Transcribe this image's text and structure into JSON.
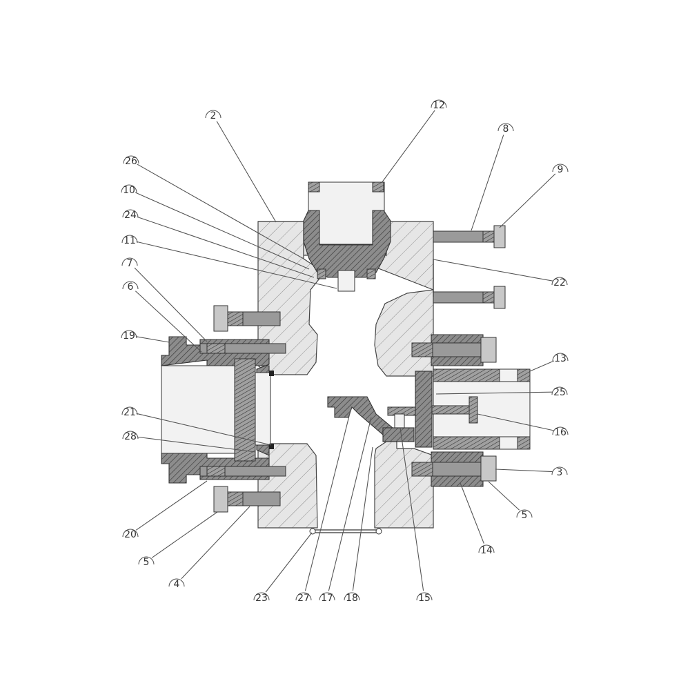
{
  "labels": [
    {
      "id": "2",
      "text": "2"
    },
    {
      "id": "12",
      "text": "12"
    },
    {
      "id": "8",
      "text": "8"
    },
    {
      "id": "9",
      "text": "9"
    },
    {
      "id": "26",
      "text": "26"
    },
    {
      "id": "10",
      "text": "10"
    },
    {
      "id": "24",
      "text": "24"
    },
    {
      "id": "11",
      "text": "11"
    },
    {
      "id": "7",
      "text": "7"
    },
    {
      "id": "6",
      "text": "6"
    },
    {
      "id": "19",
      "text": "19"
    },
    {
      "id": "22",
      "text": "22"
    },
    {
      "id": "13",
      "text": "13"
    },
    {
      "id": "25",
      "text": "25"
    },
    {
      "id": "16",
      "text": "16"
    },
    {
      "id": "3",
      "text": "3"
    },
    {
      "id": "5r",
      "text": "5"
    },
    {
      "id": "14",
      "text": "14"
    },
    {
      "id": "21",
      "text": "21"
    },
    {
      "id": "28",
      "text": "28"
    },
    {
      "id": "20",
      "text": "20"
    },
    {
      "id": "5l",
      "text": "5"
    },
    {
      "id": "4",
      "text": "4"
    },
    {
      "id": "23",
      "text": "23"
    },
    {
      "id": "27",
      "text": "27"
    },
    {
      "id": "17",
      "text": "17"
    },
    {
      "id": "18",
      "text": "18"
    },
    {
      "id": "15",
      "text": "15"
    }
  ]
}
